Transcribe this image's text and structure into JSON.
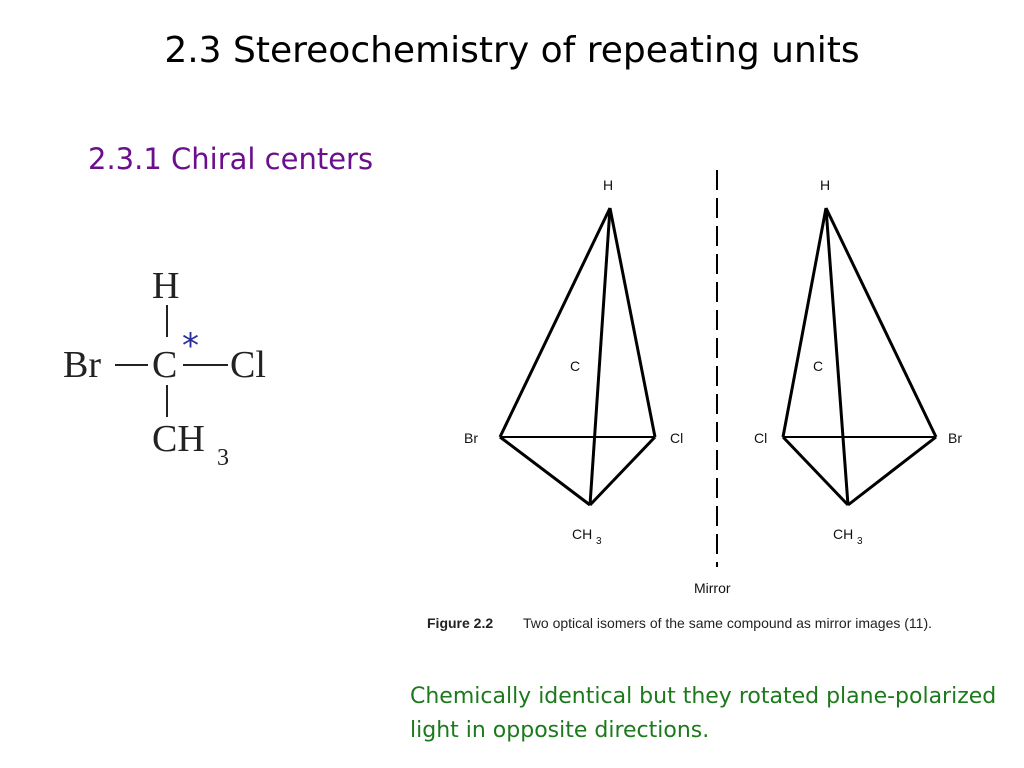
{
  "title": "2.3 Stereochemistry of repeating units",
  "subtitle": "2.3.1 Chiral centers",
  "molecule": {
    "top": "H",
    "left": "Br",
    "center": "C",
    "right": "Cl",
    "bottom": "CH",
    "bottom_sub": "3",
    "chiral_mark": "*"
  },
  "figure": {
    "left_isomer": {
      "top": "H",
      "center": "C",
      "left": "Br",
      "right": "Cl",
      "bottom": "CH",
      "bottom_sub": "3"
    },
    "right_isomer": {
      "top": "H",
      "center": "C",
      "left": "Cl",
      "right": "Br",
      "bottom": "CH",
      "bottom_sub": "3"
    },
    "mirror_label": "Mirror",
    "caption_label": "Figure 2.2",
    "caption_text": "Two optical isomers of the same compound as mirror images (11)."
  },
  "note": "Chemically identical but they rotated plane-polarized light in opposite directions."
}
